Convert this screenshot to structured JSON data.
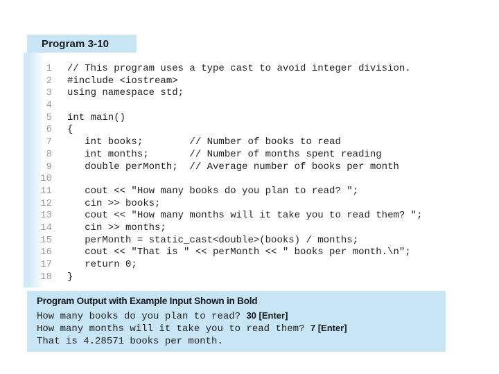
{
  "colors": {
    "accent": "#c8e5f6",
    "accent_light": "#cfe9f8",
    "code_text": "#1f1f1f",
    "line_number": "#9b9b9b"
  },
  "program_listing": {
    "title": "Program 3-10",
    "lines": [
      {
        "num": "1",
        "code": "// This program uses a type cast to avoid integer division."
      },
      {
        "num": "2",
        "code": "#include <iostream>"
      },
      {
        "num": "3",
        "code": "using namespace std;"
      },
      {
        "num": "4",
        "code": ""
      },
      {
        "num": "5",
        "code": "int main()"
      },
      {
        "num": "6",
        "code": "{"
      },
      {
        "num": "7",
        "code": "   int books;        // Number of books to read"
      },
      {
        "num": "8",
        "code": "   int months;       // Number of months spent reading"
      },
      {
        "num": "9",
        "code": "   double perMonth;  // Average number of books per month"
      },
      {
        "num": "10",
        "code": ""
      },
      {
        "num": "11",
        "code": "   cout << \"How many books do you plan to read? \";"
      },
      {
        "num": "12",
        "code": "   cin >> books;"
      },
      {
        "num": "13",
        "code": "   cout << \"How many months will it take you to read them? \";"
      },
      {
        "num": "14",
        "code": "   cin >> months;"
      },
      {
        "num": "15",
        "code": "   perMonth = static_cast<double>(books) / months;"
      },
      {
        "num": "16",
        "code": "   cout << \"That is \" << perMonth << \" books per month.\\n\";"
      },
      {
        "num": "17",
        "code": "   return 0;"
      },
      {
        "num": "18",
        "code": "}"
      }
    ]
  },
  "program_output": {
    "title": "Program Output with Example Input Shown in Bold",
    "lines": [
      {
        "text": "How many books do you plan to read? ",
        "input": "30 [Enter]"
      },
      {
        "text": "How many months will it take you to read them? ",
        "input": "7 [Enter]"
      },
      {
        "text": "That is 4.28571 books per month.",
        "input": ""
      }
    ]
  }
}
